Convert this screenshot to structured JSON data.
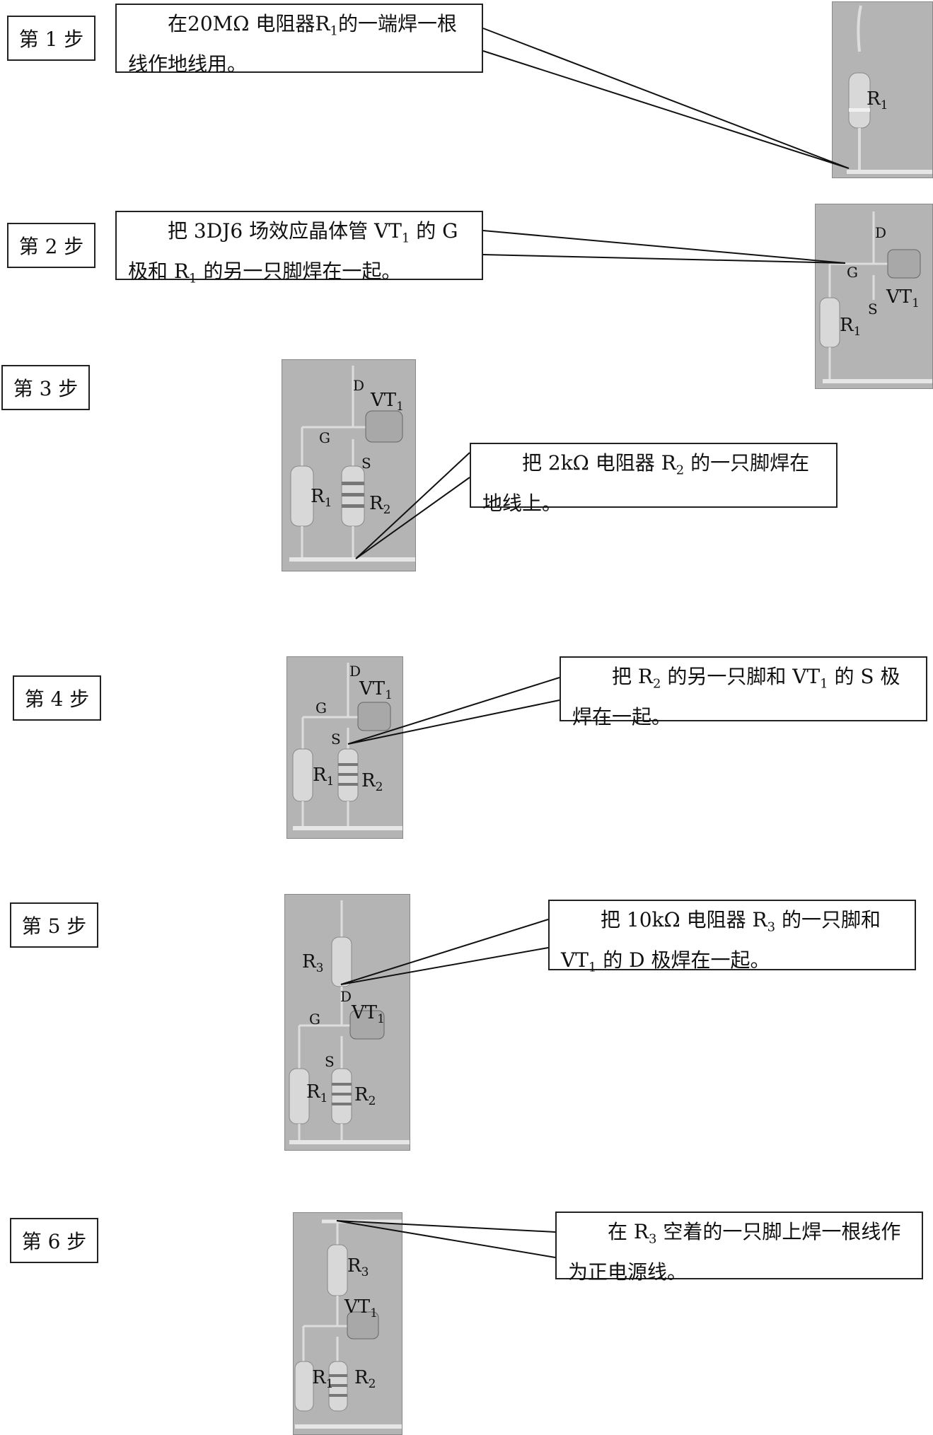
{
  "steps": [
    {
      "label": "第 1 步",
      "text_before": "在20MΩ 电阻器R",
      "sub": "1",
      "text_after": "的一端焊一根线作地线用。"
    },
    {
      "label": "第 2 步",
      "text_before": "把 3DJ6 场效应晶体管 VT",
      "sub": "1",
      "text_after": " 的 G 极和 R",
      "sub2": "1",
      "text_after2": " 的另一只脚焊在一起。"
    },
    {
      "label": "第 3 步",
      "text_before": "把 2kΩ 电阻器 R",
      "sub": "2",
      "text_after": " 的一只脚焊在地线上。"
    },
    {
      "label": "第 4 步",
      "text_before": "把 R",
      "sub": "2",
      "text_after": " 的另一只脚和 VT",
      "sub2": "1",
      "text_after2": " 的 S 极焊在一起。"
    },
    {
      "label": "第 5 步",
      "text_before": "把 10kΩ 电阻器 R",
      "sub": "3",
      "text_after": " 的一只脚和 VT",
      "sub2": "1",
      "text_after2": " 的 D 极焊在一起。"
    },
    {
      "label": "第 6 步",
      "text_before": "在 R",
      "sub": "3",
      "text_after": " 空着的一只脚上焊一根线作为正电源线。"
    }
  ],
  "photo_labels": {
    "R": "R",
    "VT": "VT",
    "D": "D",
    "G": "G",
    "S": "S",
    "one": "1",
    "two": "2",
    "three": "3"
  }
}
